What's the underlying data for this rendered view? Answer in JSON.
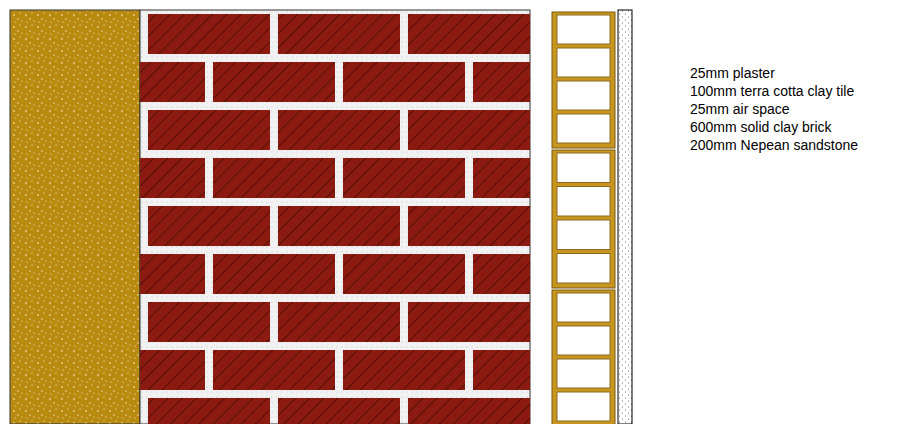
{
  "diagram": {
    "labels": [
      "25mm plaster",
      "100mm terra cotta clay tile",
      "25mm air space",
      "600mm solid clay brick",
      "200mm Nepean sandstone"
    ]
  }
}
